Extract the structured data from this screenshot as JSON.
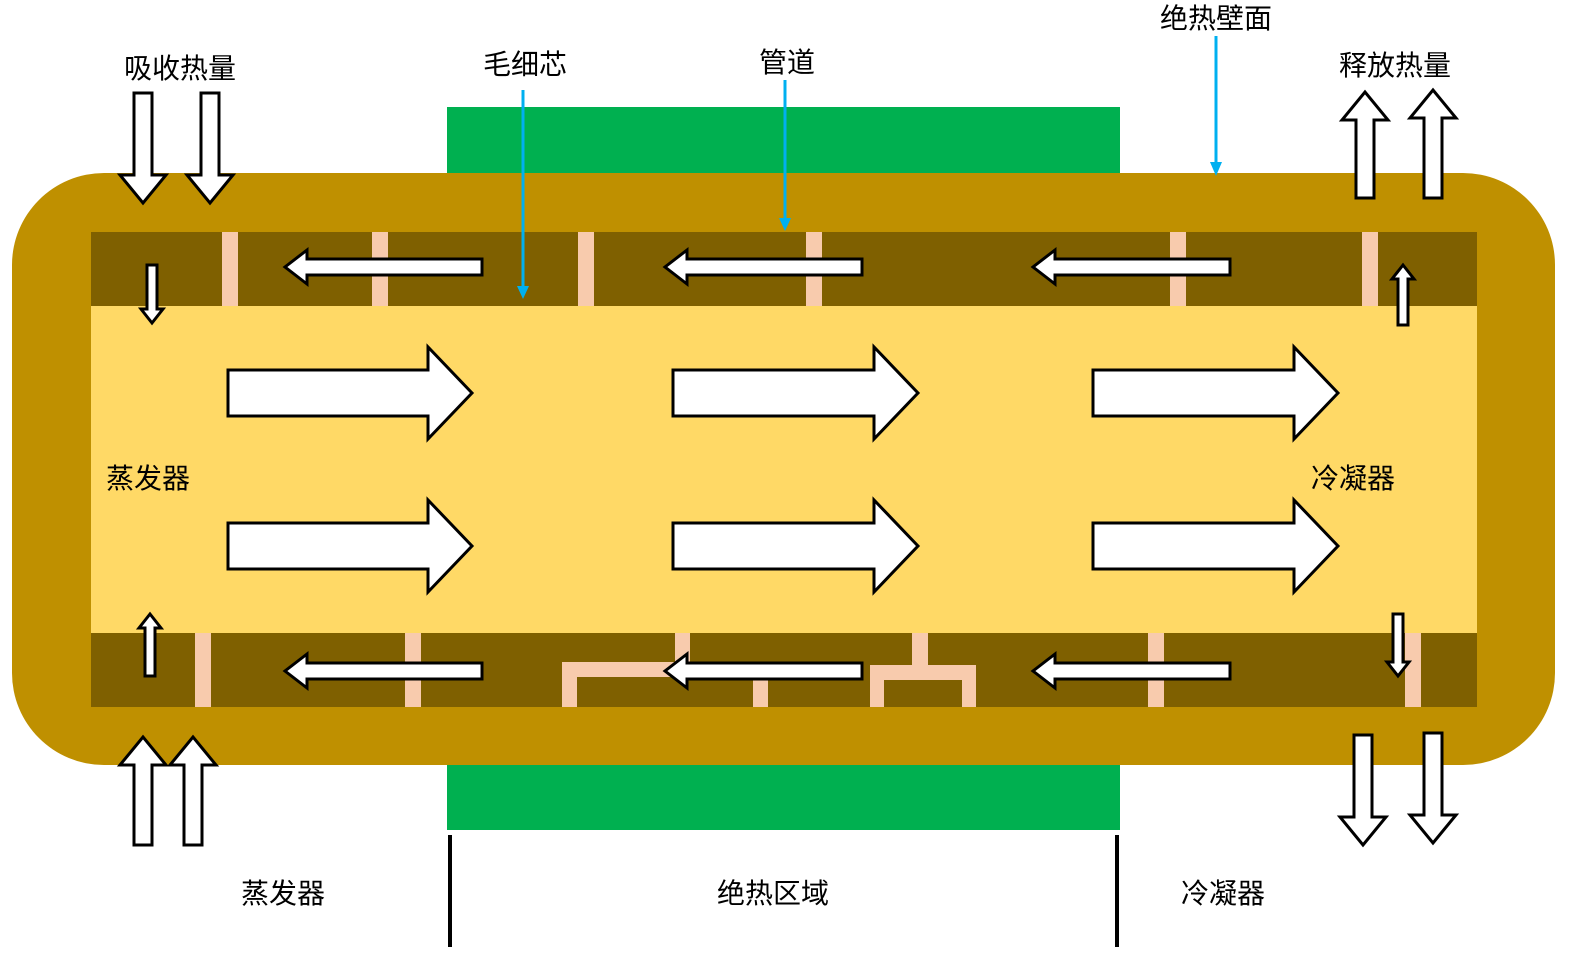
{
  "labels": {
    "absorb_heat": "吸收热量",
    "wick": "毛细芯",
    "pipe": "管道",
    "adiabatic_wall": "绝热壁面",
    "release_heat": "释放热量",
    "evaporator_inner": "蒸发器",
    "condenser_inner": "冷凝器",
    "evaporator_section": "蒸发器",
    "adiabatic_section": "绝热区域",
    "condenser_section": "冷凝器"
  },
  "colors": {
    "wall": "#BF9000",
    "wick": "#7F6000",
    "vapor_core": "#FFD966",
    "pores": "#F8CBAD",
    "insulation": "#00B050",
    "leader": "#00B0F0"
  }
}
